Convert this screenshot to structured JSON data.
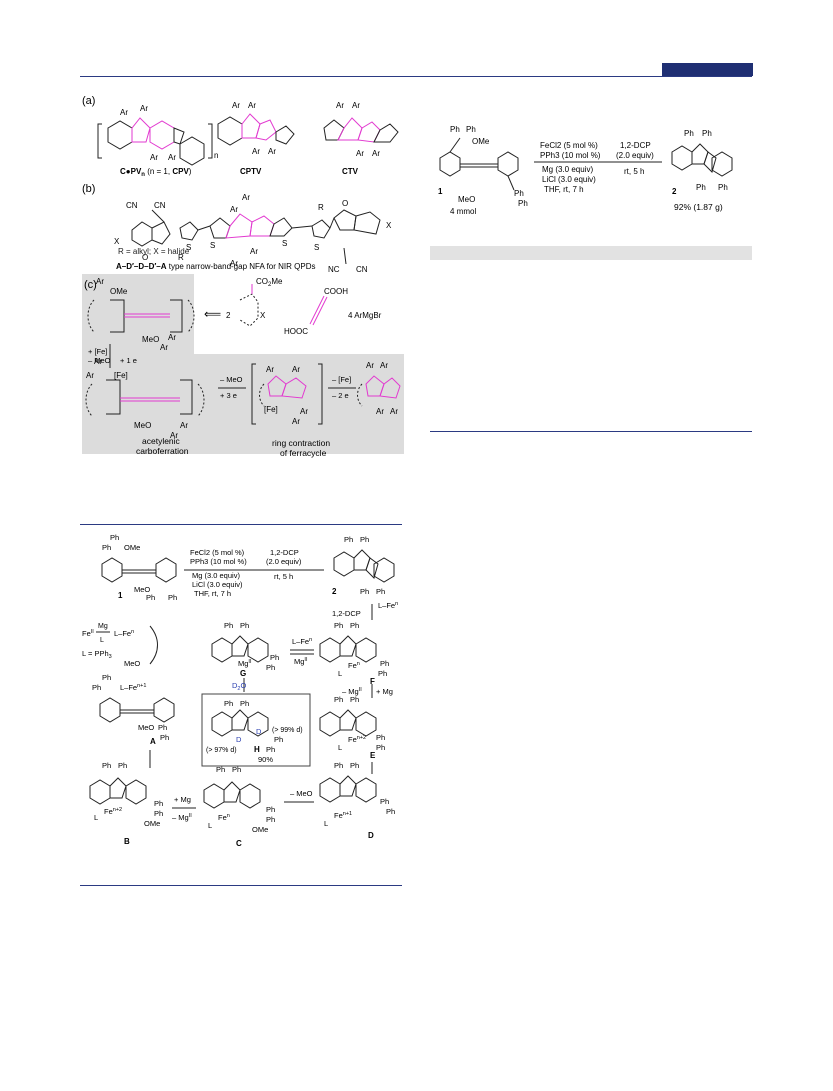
{
  "header": {
    "tab_color": "#1f2f73",
    "rule_color": "#2b3a82"
  },
  "figure1": {
    "panel_a": {
      "label": "(a)",
      "cpv_caption_prefix": "C",
      "cpv_caption_mid": "PV",
      "cpv_caption_sub": "n",
      "cpv_caption_rest": " (n = 1, ",
      "cpv_caption_bold": "CPV",
      "cpv_caption_end": ")",
      "cptv": "CPTV",
      "ctv": "CTV",
      "ar": "Ar",
      "n": "n"
    },
    "panel_b": {
      "label": "(b)",
      "cn": "CN",
      "nc": "NC",
      "x": "X",
      "r": "R",
      "o": "O",
      "s": "S",
      "legend": "R = alkyl; X = halide",
      "caption_bold": "A–D′–D–D′–A",
      "caption_rest": " type narrow-band-gap NFA for NIR QPDs"
    },
    "panel_c": {
      "label": "(c)",
      "ome": "OMe",
      "meo": "MeO",
      "co2me": "CO",
      "co2me_sub": "2",
      "co2me_end": "Me",
      "cooh": "COOH",
      "hooc": "HOOC",
      "two": "2",
      "x": "X",
      "armgbr": "4 ArMgBr",
      "step1_a": "+ [Fe]",
      "step1_b": "– MeO",
      "step1_c": "+ 1 e",
      "fe": "[Fe]",
      "step2_a": "– MeO",
      "step2_b": "+ 3 e",
      "step3_a": "– [Fe]",
      "step3_b": "– 2 e",
      "caption1_a": "acetylenic",
      "caption1_b": "carboferration",
      "caption2_a": "ring contraction",
      "caption2_b": "of ferracycle"
    }
  },
  "scheme_right": {
    "ph": "Ph",
    "ome": "OMe",
    "meo": "MeO",
    "reagents": [
      "FeCl2 (5 mol %)",
      "PPh3 (10 mol %)",
      "Mg (3.0 equiv)",
      "LiCl (3.0 equiv)",
      "THF, rt, 7 h"
    ],
    "reagents2": [
      "1,2-DCP",
      "(2.0 equiv)",
      "rt, 5 h"
    ],
    "cmpd1": "1",
    "cmpd1_amount": "4 mmol",
    "cmpd2": "2",
    "yield": "92% (1.87 g)"
  },
  "scheme_mech": {
    "ph": "Ph",
    "ome": "OMe",
    "meo": "MeO",
    "reagents": [
      "FeCl2 (5 mol %)",
      "PPh3 (10 mol %)",
      "Mg (3.0 equiv)",
      "LiCl (3.0 equiv)",
      "THF, rt, 7 h"
    ],
    "reagents2": [
      "1,2-DCP",
      "(2.0 equiv)",
      "rt, 5 h"
    ],
    "cmpd1": "1",
    "cmpd2": "2",
    "fe_ii": "Fe",
    "fe_ii_sup": "II",
    "mg": "Mg",
    "l": "L",
    "l_fen": "L–Fe",
    "n": "n",
    "l_pph3": "L = PPh",
    "l_pph3_sub": "3",
    "meo_minus": "MeO",
    "l_fen1": "L–Fe",
    "n1": "n+1",
    "A": "A",
    "B": "B",
    "C": "C",
    "D": "D",
    "E": "E",
    "F": "F",
    "G": "G",
    "H": "H",
    "fe": "Fe",
    "n2": "n+2",
    "plus_mg": "+ Mg",
    "minus_mg2": "– Mg",
    "mg_ii": "II",
    "minus_meo": "– MeO",
    "d2o": "D",
    "d2o_sub": "2",
    "d2o_end": "O",
    "deut": "D",
    "pct97": "(> 97% d)",
    "pct99": "(> 99% d)",
    "pct90": "90%",
    "dcp": "1,2-DCP",
    "l_fen_arrow": "L–Fe",
    "minus_mg_plus": "– Mg",
    "plus_mg2": "+ Mg"
  }
}
